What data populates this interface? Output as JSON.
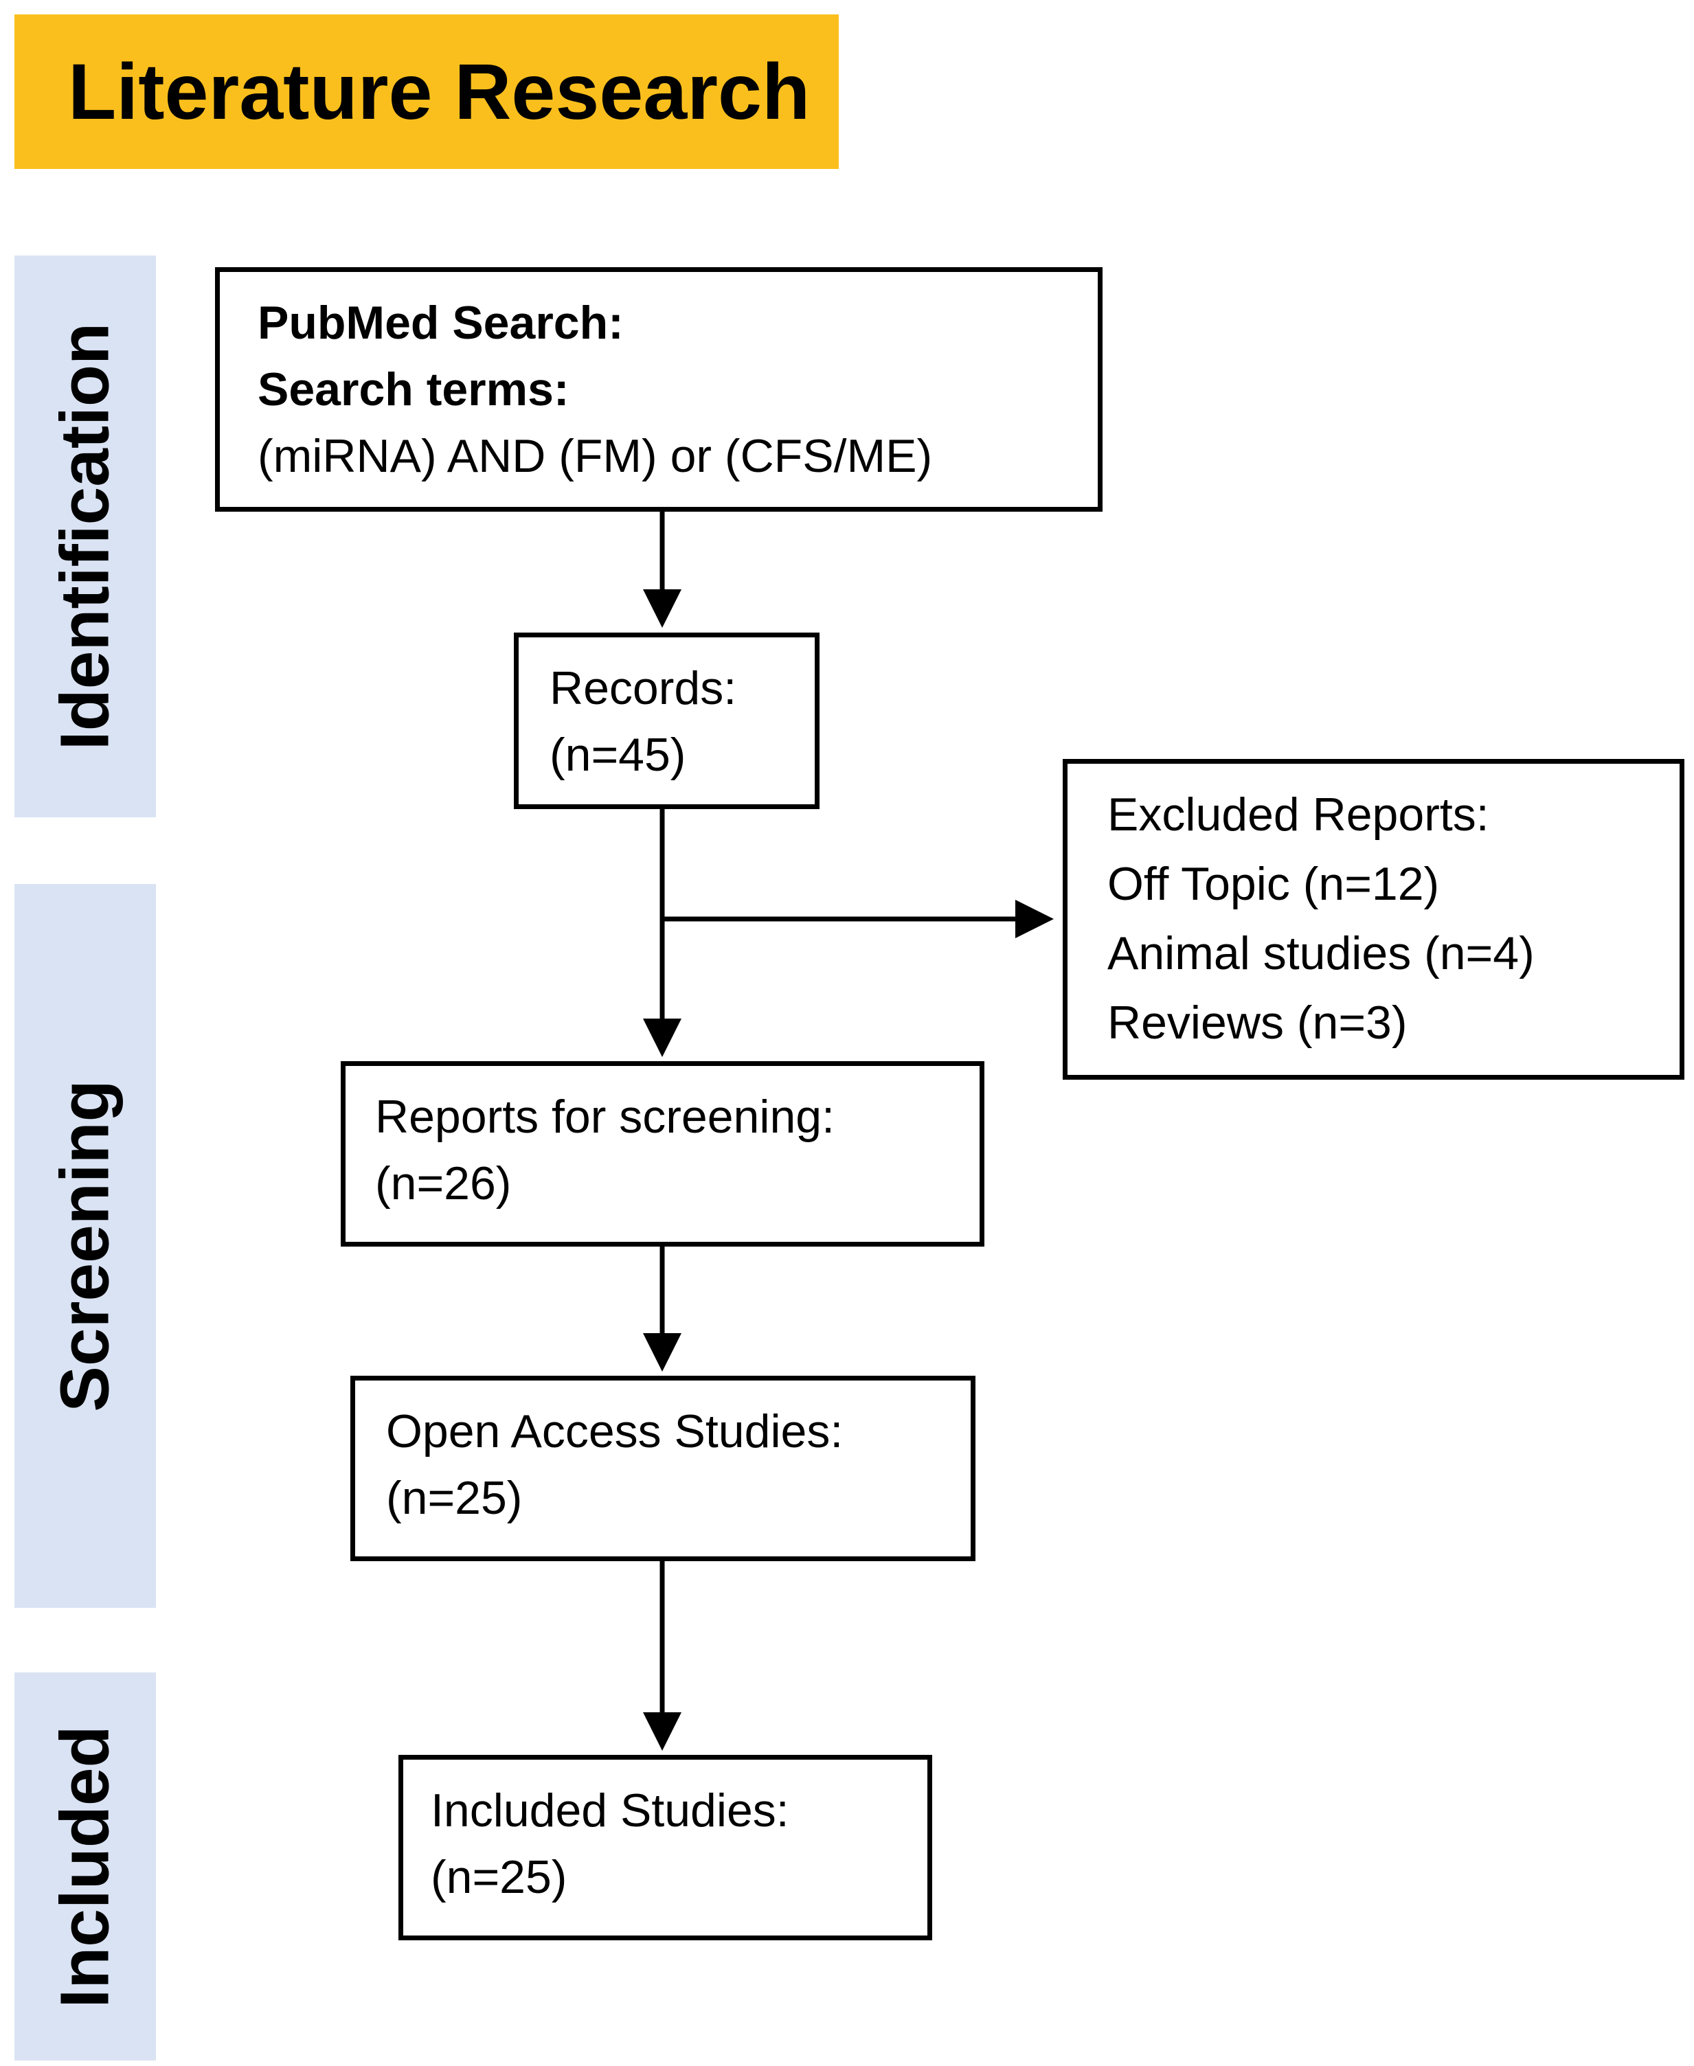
{
  "title": "Literature Research",
  "phases": {
    "identification": "Identification",
    "screening": "Screening",
    "included": "Included"
  },
  "boxes": {
    "pubmed": {
      "heading": "PubMed Search:",
      "subheading": "Search terms:",
      "query": "(miRNA) AND (FM) or (CFS/ME)"
    },
    "records": {
      "label": "Records:",
      "count": "(n=45)"
    },
    "excluded": {
      "label": "Excluded Reports:",
      "items": [
        "Off Topic (n=12)",
        "Animal studies (n=4)",
        "Reviews (n=3)"
      ]
    },
    "screening": {
      "label": "Reports for screening:",
      "count": "(n=26)"
    },
    "open_access": {
      "label": "Open Access Studies:",
      "count": "(n=25)"
    },
    "included": {
      "label": "Included Studies:",
      "count": "(n=25)"
    }
  },
  "colors": {
    "title_banner": "#FBBF1D",
    "phase_bar": "#DAE3F3",
    "box_border": "#000000"
  }
}
